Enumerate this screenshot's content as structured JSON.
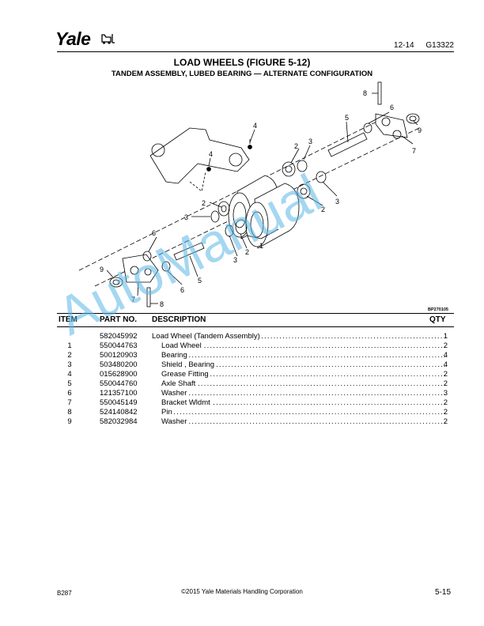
{
  "header": {
    "logo_text": "Yale",
    "date": "12-14",
    "doc_number": "G13322"
  },
  "title": "LOAD WHEELS (FIGURE 5-12)",
  "subtitle": "TANDEM ASSEMBLY, LUBED BEARING — ALTERNATE CONFIGURATION",
  "figure": {
    "code": "BP270105",
    "callouts": [
      "8",
      "6",
      "9",
      "5",
      "7",
      "4",
      "2",
      "3",
      "6",
      "2",
      "3",
      "1",
      "2",
      "3",
      "2",
      "3",
      "6",
      "9",
      "5",
      "7",
      "6",
      "8",
      "4"
    ]
  },
  "table": {
    "headers": {
      "item": "ITEM",
      "part": "PART NO.",
      "desc": "DESCRIPTION",
      "qty": "QTY"
    },
    "rows": [
      {
        "item": "",
        "part": "582045992",
        "desc": "Load Wheel (Tandem Assembly)",
        "qty": "1",
        "indent": false
      },
      {
        "item": "1",
        "part": "550044763",
        "desc": "Load Wheel",
        "qty": "2",
        "indent": true
      },
      {
        "item": "2",
        "part": "500120903",
        "desc": "Bearing",
        "qty": "4",
        "indent": true
      },
      {
        "item": "3",
        "part": "503480200",
        "desc": "Shield , Bearing",
        "qty": "4",
        "indent": true
      },
      {
        "item": "4",
        "part": "015628900",
        "desc": "Grease Fitting",
        "qty": "2",
        "indent": true
      },
      {
        "item": "5",
        "part": "550044760",
        "desc": "Axle Shaft",
        "qty": "2",
        "indent": true
      },
      {
        "item": "6",
        "part": "121357100",
        "desc": "Washer",
        "qty": "3",
        "indent": true
      },
      {
        "item": "7",
        "part": "550045149",
        "desc": "Bracket Wldmt",
        "qty": "2",
        "indent": true
      },
      {
        "item": "8",
        "part": "524140842",
        "desc": "Pin",
        "qty": "2",
        "indent": true
      },
      {
        "item": "9",
        "part": "582032984",
        "desc": "Washer",
        "qty": "2",
        "indent": true
      }
    ]
  },
  "watermark": "AutoManual",
  "footer": {
    "left": "B287",
    "center": "©2015 Yale Materials Handling Corporation",
    "right": "5-15"
  }
}
